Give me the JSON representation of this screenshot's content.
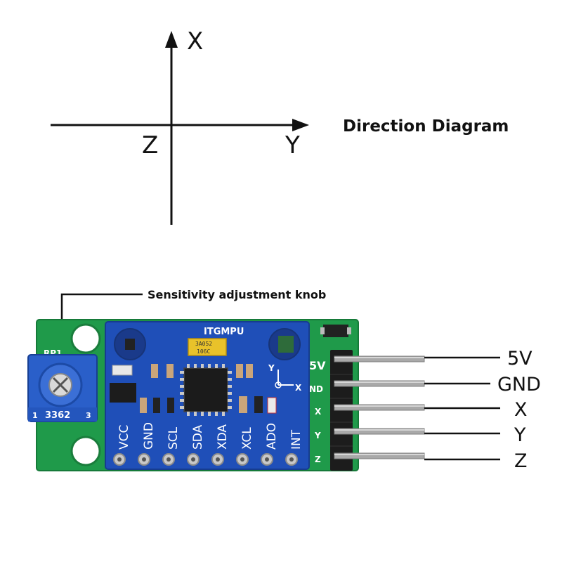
{
  "diagram": {
    "title": "Direction Diagram",
    "axes": {
      "x": "X",
      "y": "Y",
      "z": "Z"
    }
  },
  "board": {
    "callout": "Sensitivity adjustment knob",
    "chip_label": "ITGMPU",
    "pot_ref": "RP1",
    "pot_code": "3362",
    "pot_pin1": "1",
    "pot_pin3": "3",
    "tant_code": "106C",
    "tant_code2": "3A052",
    "axis_mark_y": "Y",
    "axis_mark_x": "X",
    "pins": [
      "VCC",
      "GND",
      "SCL",
      "SDA",
      "XDA",
      "XCL",
      "ADO",
      "INT"
    ],
    "header_silk": [
      "5V",
      "ND",
      "X",
      "Y",
      "Z"
    ],
    "header_labels": [
      "5V",
      "GND",
      "X",
      "Y",
      "Z"
    ],
    "colors": {
      "pcb_green": "#1f9a4a",
      "pcb_blue": "#1f4fb8",
      "pot_blue": "#2a5fc9"
    }
  }
}
